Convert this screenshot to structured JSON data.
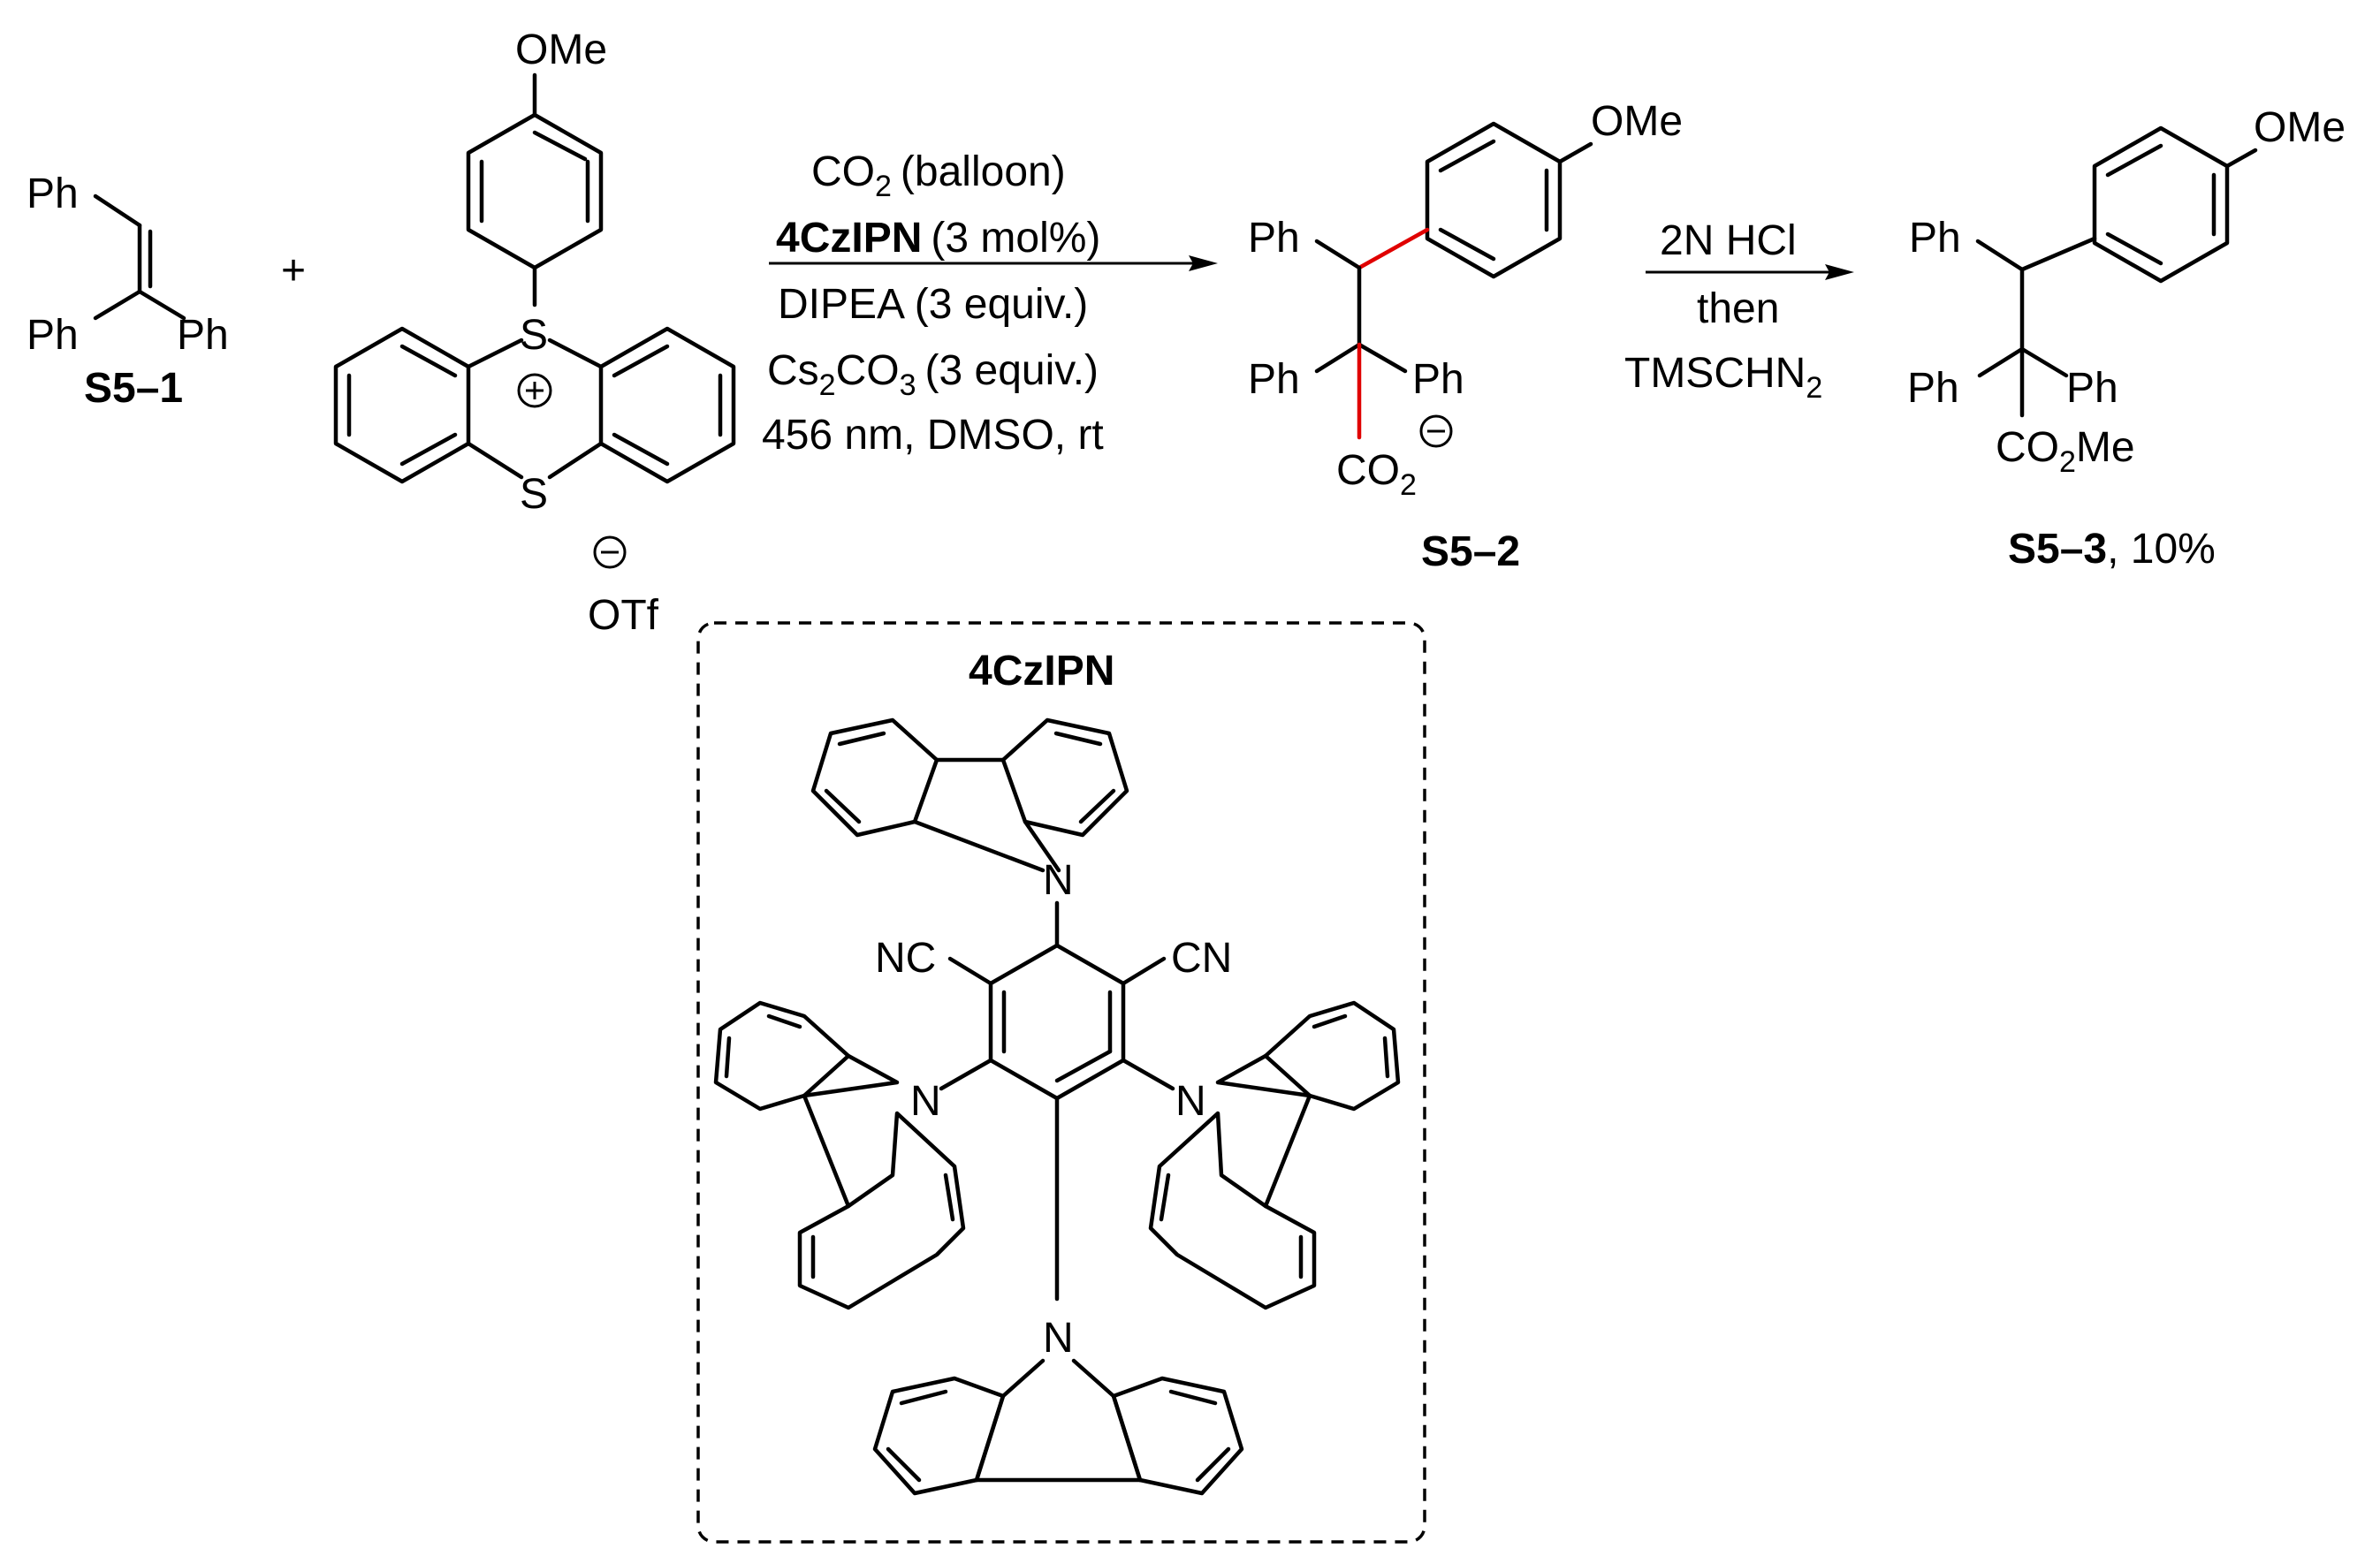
{
  "scheme": {
    "reactant1": {
      "label": "S5–1",
      "groups": {
        "ph_top": "Ph",
        "ph_left": "Ph",
        "ph_right": "Ph"
      }
    },
    "plus": "+",
    "reactant2": {
      "ome": "OMe",
      "sulfonium": "S",
      "sulfur": "S",
      "counterion": "OTf"
    },
    "step1": {
      "co2": "CO",
      "co2_sub": "2",
      "balloon": "(balloon)",
      "catalyst": "4CzIPN",
      "catalyst_loading": "(3 mol%)",
      "base": "DIPEA (3 equiv.)",
      "cs": "Cs",
      "cs_sub": "2",
      "co": "CO",
      "co_sub": "3",
      "carbonate_equiv": "(3 equiv.)",
      "conditions": "456 nm, DMSO, rt"
    },
    "intermediate": {
      "label": "S5–2",
      "ome": "OMe",
      "ph_top": "Ph",
      "ph_left": "Ph",
      "ph_right": "Ph",
      "co2": "CO",
      "co2_sub": "2"
    },
    "step2": {
      "reagent1": "2N HCl",
      "reagent2": "then",
      "reagent3": "TMSCHN",
      "reagent3_sub": "2"
    },
    "product": {
      "label": "S5–3",
      "yield": ", 10%",
      "ome": "OMe",
      "ph_top": "Ph",
      "ph_left": "Ph",
      "ph_right": "Ph",
      "ester_a": "CO",
      "ester_sub": "2",
      "ester_b": "Me"
    },
    "catalyst_box": {
      "title": "4CzIPN",
      "nc": "NC",
      "cn": "CN",
      "n": "N"
    }
  },
  "colors": {
    "highlight_bond": "#e00000",
    "ink": "#000000"
  }
}
